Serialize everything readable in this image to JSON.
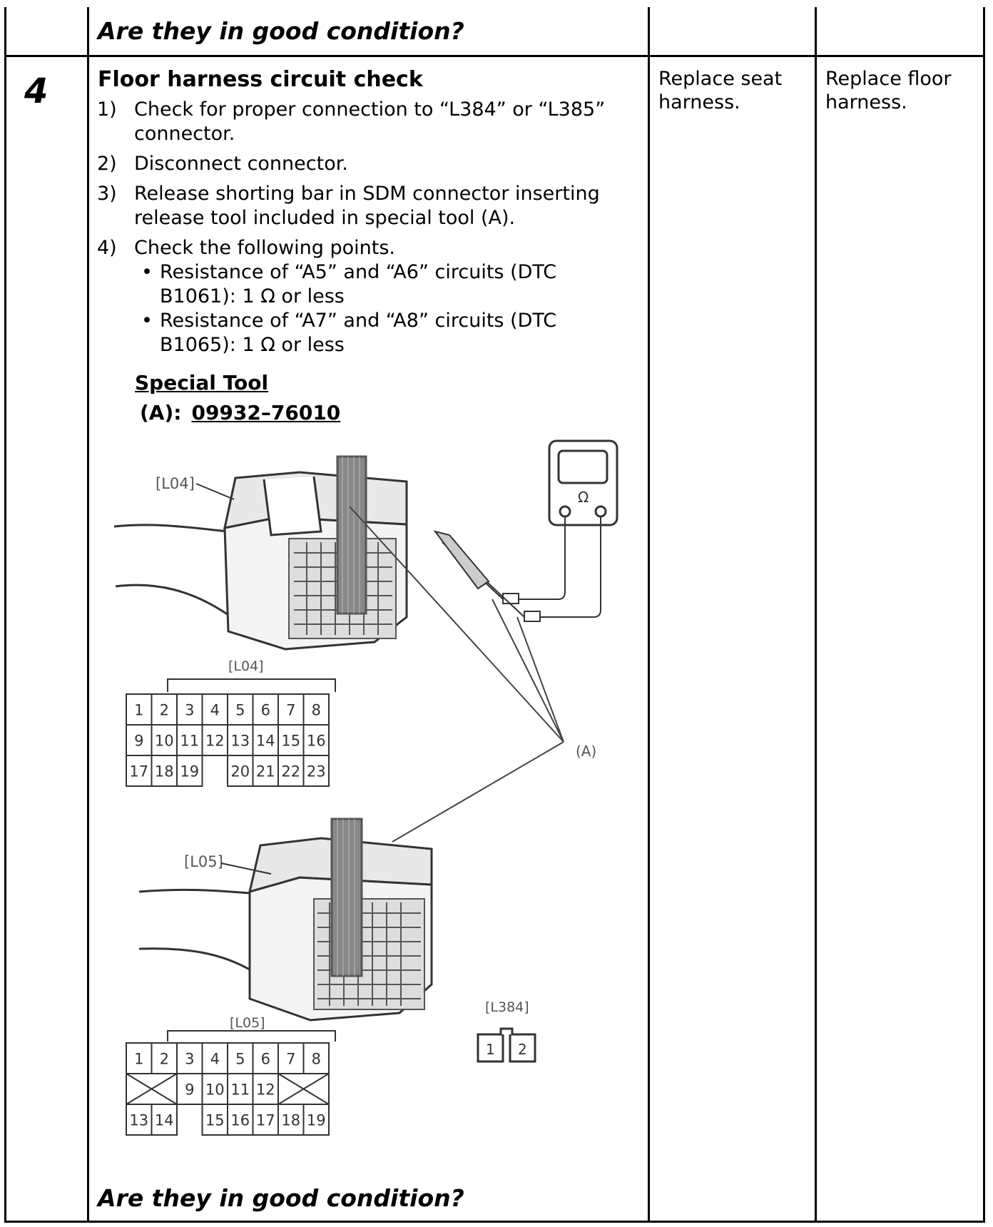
{
  "top_row": {
    "question": "Are they in good condition?"
  },
  "step": {
    "number": "4",
    "title": "Floor harness circuit check",
    "items": [
      {
        "num": "1)",
        "text": "Check for proper connection to “L384” or “L385” connector."
      },
      {
        "num": "2)",
        "text": "Disconnect connector."
      },
      {
        "num": "3)",
        "text": "Release shorting bar in SDM connector inserting release tool included in special tool (A)."
      },
      {
        "num": "4)",
        "text": "Check the following points."
      }
    ],
    "bullets": [
      "Resistance of “A5” and “A6” circuits (DTC B1061): 1 Ω or less",
      "Resistance of “A7” and “A8” circuits (DTC B1065): 1 Ω or less"
    ],
    "special_tool_label": "Special Tool",
    "tool_id": "(A):",
    "tool_code": "09932–76010",
    "question": "Are they in good condition?"
  },
  "yes_action": "Replace seat harness.",
  "no_action": "Replace floor harness.",
  "figure": {
    "label_l04": "[L04]",
    "label_l05": "[L05]",
    "label_l384": "[L384]",
    "label_a": "(A)",
    "ohm": "Ω",
    "l04_pins": [
      [
        "1",
        "2",
        "3",
        "4",
        "5",
        "6",
        "7",
        "8"
      ],
      [
        "9",
        "10",
        "11",
        "12",
        "13",
        "14",
        "15",
        "16"
      ],
      [
        "17",
        "18",
        "19",
        "",
        "20",
        "21",
        "22",
        "23"
      ]
    ],
    "l05_pins_row1": [
      "1",
      "2",
      "3",
      "4",
      "5",
      "6",
      "7",
      "8"
    ],
    "l05_pins_row2": [
      "9",
      "10",
      "11",
      "12"
    ],
    "l05_pins_row3": [
      "13",
      "14",
      "",
      "15",
      "16",
      "17",
      "18",
      "19"
    ],
    "l384_pins": [
      "1",
      "2"
    ]
  }
}
